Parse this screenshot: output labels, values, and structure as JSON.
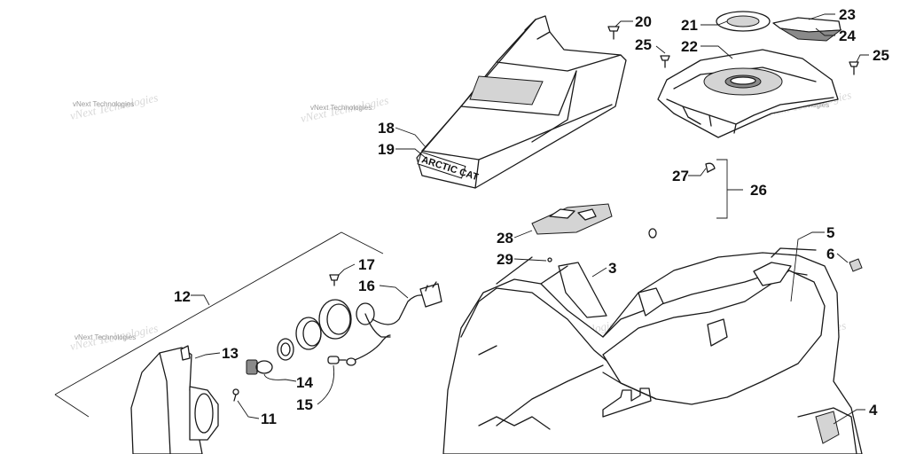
{
  "diagram": {
    "callouts": [
      "20",
      "21",
      "23",
      "24",
      "25",
      "22",
      "25",
      "18",
      "19",
      "27",
      "26",
      "28",
      "5",
      "29",
      "3",
      "6",
      "17",
      "16",
      "12",
      "13",
      "14",
      "15",
      "11",
      "4"
    ],
    "seat_logo": "ARCTIC CAT",
    "watermark_text": "vNext Technologies"
  }
}
